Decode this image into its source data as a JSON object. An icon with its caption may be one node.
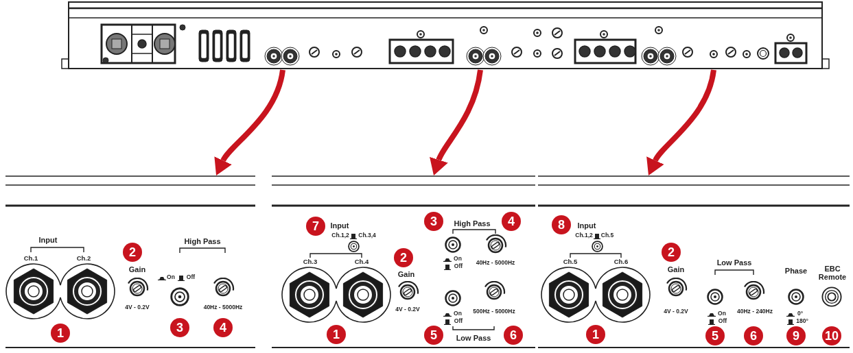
{
  "diagram": {
    "nodes": [
      {
        "text": [],
        "shape": "picture"
      },
      {
        "text": [
          "Input",
          "Ch.1",
          "Ch.2",
          "Gain",
          "4V - 0.2V",
          "High Pass",
          "On",
          "Off",
          "40Hz - 5000Hz"
        ]
      },
      {
        "text": [
          "Input",
          "Ch.1,2",
          "Ch.3,4",
          "Ch.3",
          "Ch.4",
          "Gain",
          "4V - 0.2V",
          "High Pass",
          "On",
          "Off",
          "40Hz - 5000Hz",
          "On",
          "Off",
          "500Hz - 5000Hz",
          "Low Pass"
        ]
      },
      {
        "text": [
          "Input",
          "Ch.1,2",
          "Ch.5",
          "Ch.5",
          "Ch.6",
          "Gain",
          "4V - 0.2V",
          "Low Pass",
          "On",
          "Off",
          "40Hz - 240Hz",
          "Phase",
          "0°",
          "180°",
          "EBC Remote"
        ]
      }
    ],
    "edges": [
      {
        "from": 0,
        "to": 1,
        "arrow": "to"
      },
      {
        "from": 0,
        "to": 2,
        "arrow": "to"
      },
      {
        "from": 0,
        "to": 3,
        "arrow": "to"
      }
    ],
    "labels": [
      "2",
      "1",
      "3",
      "4",
      "7",
      "3",
      "4",
      "2",
      "1",
      "5",
      "6",
      "8",
      "2",
      "1",
      "5",
      "6",
      "9",
      "10"
    ]
  }
}
